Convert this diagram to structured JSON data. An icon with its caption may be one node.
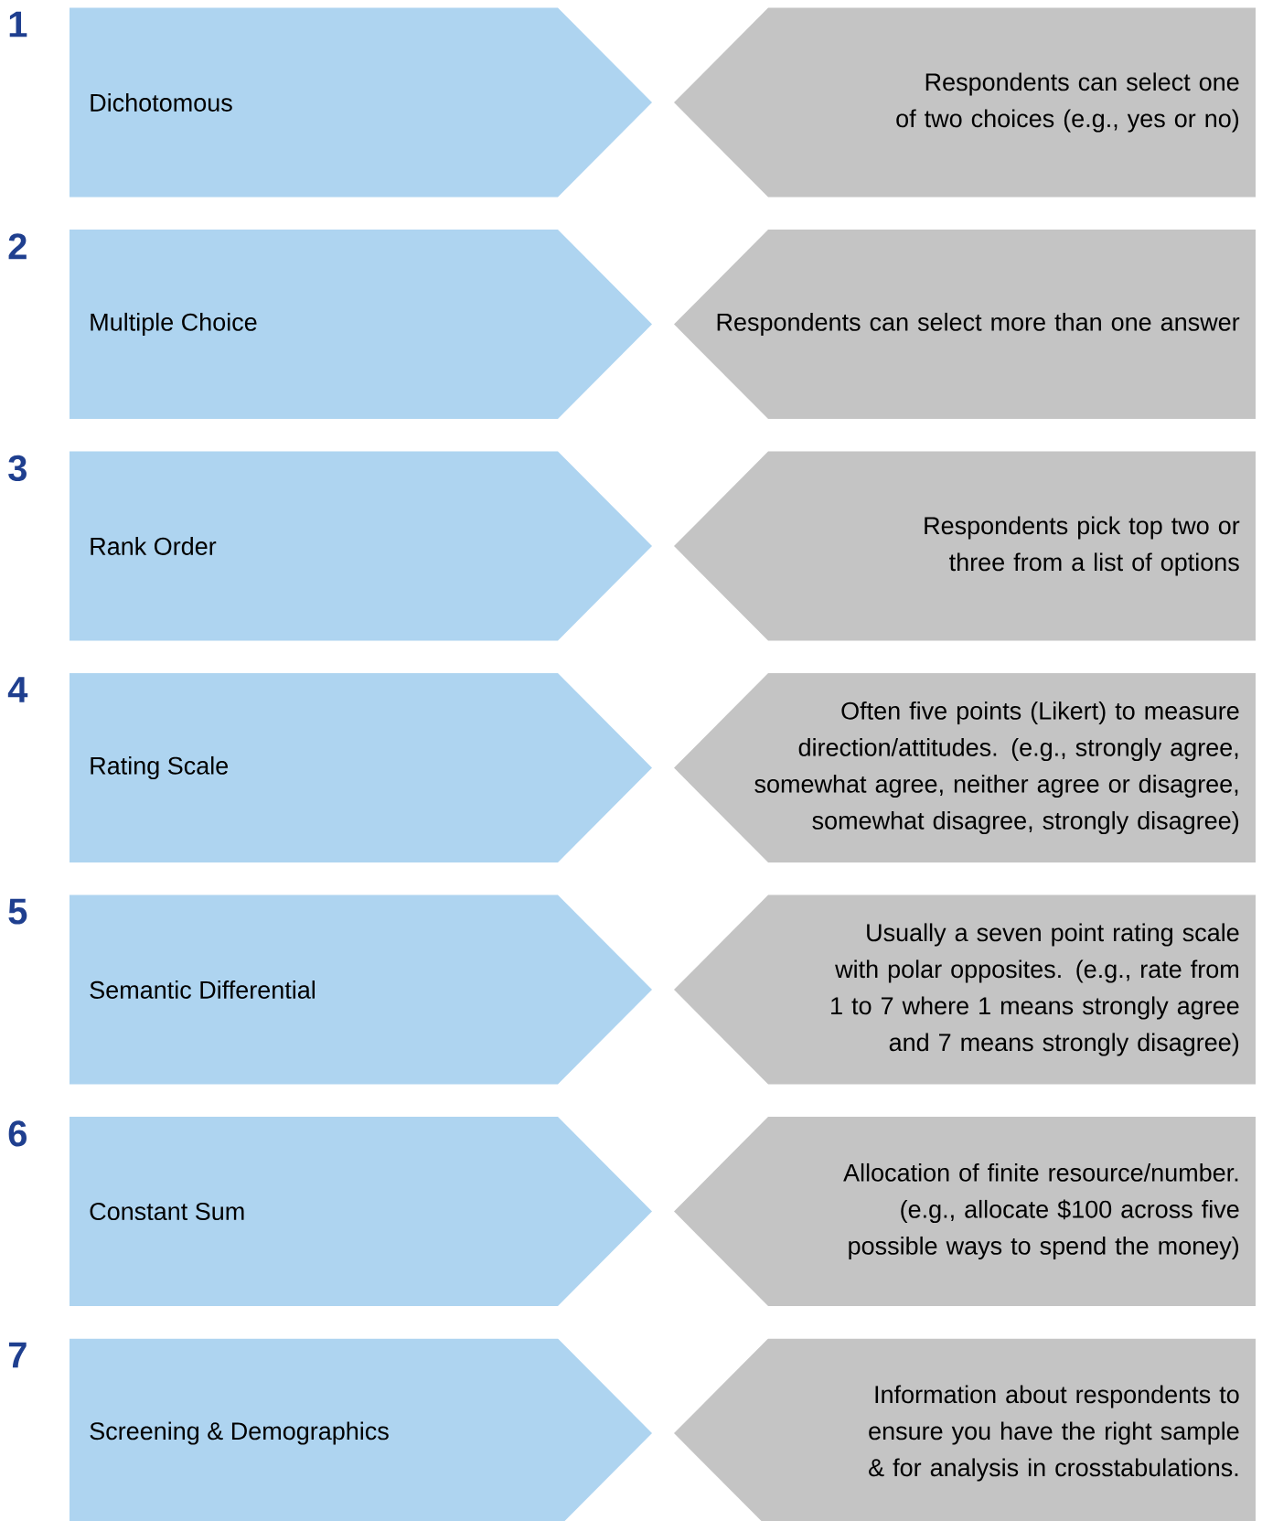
{
  "diagram": {
    "nodes": [
      {
        "text": [
          "Dichotomous"
        ],
        "beside": [
          "1"
        ]
      },
      {
        "text": [
          "Respondents can select one of two choices (e.g., yes or no)"
        ]
      },
      {
        "text": [
          "Multiple Choice"
        ],
        "beside": [
          "2"
        ]
      },
      {
        "text": [
          "Respondents can select more than one answer"
        ]
      },
      {
        "text": [
          "Rank Order"
        ],
        "beside": [
          "3"
        ]
      },
      {
        "text": [
          "Respondents pick top two or three from a list of options"
        ]
      },
      {
        "text": [
          "Rating Scale"
        ],
        "beside": [
          "4"
        ]
      },
      {
        "text": [
          "Often five points (Likert) to measure direction/attitudes. (e.g., strongly agree, somewhat agree, neither agree or disagree, somewhat disagree, strongly disagree)"
        ]
      },
      {
        "text": [
          "Semantic Differential"
        ],
        "beside": [
          "5"
        ]
      },
      {
        "text": [
          "Usually a seven point rating scale with polar opposites. (e.g., rate from 1 to 7 where 1 means strongly agree and 7 means strongly disagree)"
        ]
      },
      {
        "text": [
          "Constant Sum"
        ],
        "beside": [
          "6"
        ]
      },
      {
        "text": [
          "Allocation of finite resource/number. (e.g., allocate $100 across five possible ways to spend the money)"
        ]
      },
      {
        "text": [
          "Screening  & Demographics"
        ],
        "beside": [
          "7"
        ]
      },
      {
        "text": [
          "Information about respondents to ensure you have the right sample & for analysis in crosstabulations."
        ]
      }
    ]
  }
}
